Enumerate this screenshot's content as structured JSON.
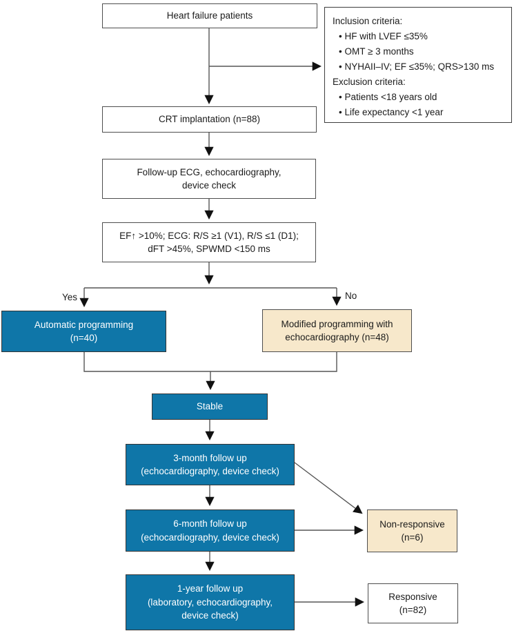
{
  "colors": {
    "primary_blue": "#0f76a8",
    "cream": "#f7e8cb",
    "line_gray": "#555555",
    "arrow_black": "#111111"
  },
  "nodes": {
    "heart_failure": {
      "label": "Heart failure patients"
    },
    "criteria": {
      "lines": [
        "Inclusion criteria:",
        "• HF with LVEF ≤35%",
        "• OMT ≥ 3 months",
        "• NYHAII–IV; EF ≤35%; QRS>130 ms",
        "Exclusion criteria:",
        "• Patients <18 years old",
        "• Life expectancy <1 year"
      ]
    },
    "crt": {
      "label": "CRT implantation (n=88)"
    },
    "followup_check": {
      "lines": [
        "Follow-up ECG, echocardiography,",
        "device check"
      ]
    },
    "ef_criteria": {
      "lines": [
        "EF↑ >10%; ECG: R/S ≥1 (V1), R/S ≤1 (D1);",
        "dFT >45%, SPWMD <150 ms"
      ]
    },
    "automatic": {
      "lines": [
        "Automatic programming",
        "(n=40)"
      ]
    },
    "modified": {
      "lines": [
        "Modified programming with",
        "echocardiography (n=48)"
      ]
    },
    "stable": {
      "label": "Stable"
    },
    "month3": {
      "lines": [
        "3-month follow up",
        "(echocardiography, device check)"
      ]
    },
    "month6": {
      "lines": [
        "6-month follow up",
        "(echocardiography, device check)"
      ]
    },
    "non_responsive": {
      "lines": [
        "Non-responsive",
        "(n=6)"
      ]
    },
    "year1": {
      "lines": [
        "1-year follow up",
        "(laboratory, echocardiography,",
        "device check)"
      ]
    },
    "responsive": {
      "lines": [
        "Responsive",
        "(n=82)"
      ]
    }
  },
  "edge_labels": {
    "yes": "Yes",
    "no": "No"
  }
}
